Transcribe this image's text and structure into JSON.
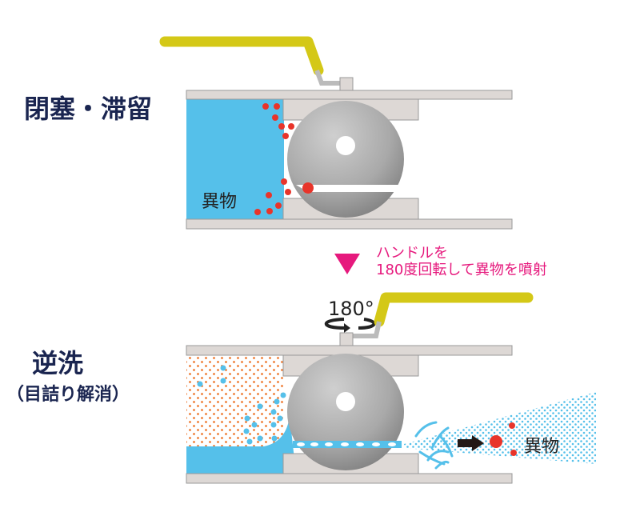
{
  "top_section": {
    "title": "閉塞・滞留",
    "debris_label": "異物"
  },
  "instruction": {
    "line1": "ハンドルを",
    "line2": "180度回転して異物を噴射",
    "rotation_label": "180°"
  },
  "bottom_section": {
    "title": "逆洗",
    "subtitle": "（目詰り解消）",
    "debris_label": "異物"
  },
  "colors": {
    "water": "#55c0ea",
    "handle": "#d4c817",
    "accent": "#e6197d",
    "debris": "#e8342a",
    "title": "#1a2550",
    "body": "#ddd8d5"
  }
}
